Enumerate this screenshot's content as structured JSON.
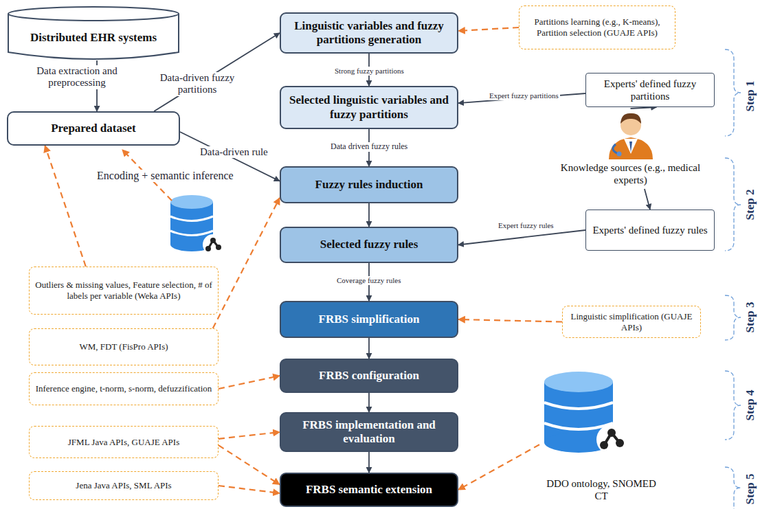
{
  "diagram": {
    "nodes": [
      {
        "text": [
          "Distributed EHR systems"
        ]
      },
      {
        "text": [
          "Linguistic variables and fuzzy partitions generation"
        ]
      },
      {
        "text": [
          "Partitions learning (e.g., K-means), Partition selection (GUAJE APIs)"
        ]
      },
      {
        "text": [
          "Selected linguistic variables and fuzzy partitions"
        ]
      },
      {
        "text": [
          "Experts' defined fuzzy partitions"
        ]
      },
      {
        "text": [
          "Prepared dataset"
        ]
      },
      {
        "text": [
          "Fuzzy rules induction"
        ]
      },
      {
        "text": [
          "Knowledge sources (e.g., medical experts)"
        ]
      },
      {
        "text": [
          "Selected fuzzy rules"
        ]
      },
      {
        "text": [
          "Experts' defined fuzzy rules"
        ]
      },
      {
        "text": [
          "Outliers & missing values, Feature selection, # of labels per variable (Weka APIs)"
        ]
      },
      {
        "text": [
          "FRBS simplification"
        ]
      },
      {
        "text": [
          "Linguistic simplification (GUAJE APIs)"
        ]
      },
      {
        "text": [
          "WM, FDT (FisPro APIs)"
        ]
      },
      {
        "text": [
          "FRBS configuration"
        ]
      },
      {
        "text": [
          "Inference engine, t-norm, s-norm, defuzzification"
        ]
      },
      {
        "text": [
          "FRBS implementation and evaluation"
        ]
      },
      {
        "text": [
          "JFML Java APIs, GUAJE APIs"
        ]
      },
      {
        "text": [
          "FRBS semantic extension"
        ]
      },
      {
        "text": [
          "Jena Java APIs, SML APIs"
        ]
      },
      {
        "text": [
          "DDO ontology, SNOMED CT"
        ]
      }
    ],
    "edges": [
      {
        "from": 0,
        "to": 5,
        "label": "Data extraction and preprocessing",
        "arrow": "to"
      },
      {
        "from": 5,
        "to": 1,
        "label": "Data-driven fuzzy partitions",
        "arrow": "to"
      },
      {
        "from": 2,
        "to": 1,
        "arrow": "to"
      },
      {
        "from": 1,
        "to": 3,
        "label": "Strong fuzzy partitions",
        "arrow": "to"
      },
      {
        "from": 4,
        "to": 3,
        "label": "Expert fuzzy partitions",
        "arrow": "to"
      },
      {
        "from": 7,
        "to": 4,
        "arrow": "to"
      },
      {
        "from": 3,
        "to": 6,
        "label": "Data driven fuzzy rules",
        "arrow": "to"
      },
      {
        "from": 5,
        "to": 6,
        "label": "Data-driven rule",
        "arrow": "to"
      },
      {
        "from": 7,
        "to": 9,
        "arrow": "to"
      },
      {
        "from": 6,
        "to": 8,
        "arrow": "to"
      },
      {
        "from": 9,
        "to": 8,
        "label": "Expert fuzzy rules",
        "arrow": "to"
      },
      {
        "from": 10,
        "to": 5,
        "arrow": "to"
      },
      {
        "from": 8,
        "to": 11,
        "label": "Coverage fuzzy rules",
        "arrow": "to"
      },
      {
        "from": 12,
        "to": 11,
        "arrow": "to"
      },
      {
        "from": 13,
        "to": 6,
        "arrow": "to"
      },
      {
        "from": 11,
        "to": 14,
        "arrow": "to"
      },
      {
        "from": 15,
        "to": 14,
        "arrow": "to"
      },
      {
        "from": 14,
        "to": 16,
        "arrow": "to"
      },
      {
        "from": 17,
        "to": 16,
        "arrow": "to"
      },
      {
        "from": 17,
        "to": 18,
        "arrow": "to"
      },
      {
        "from": 16,
        "to": 18,
        "arrow": "to"
      },
      {
        "from": 19,
        "to": 18,
        "arrow": "to"
      },
      {
        "from": 20,
        "to": 18,
        "arrow": "to"
      }
    ],
    "labels": [
      "Encoding + semantic inference",
      "Step 1",
      "Step 2",
      "Step 3",
      "Step 4",
      "Step 5"
    ]
  }
}
